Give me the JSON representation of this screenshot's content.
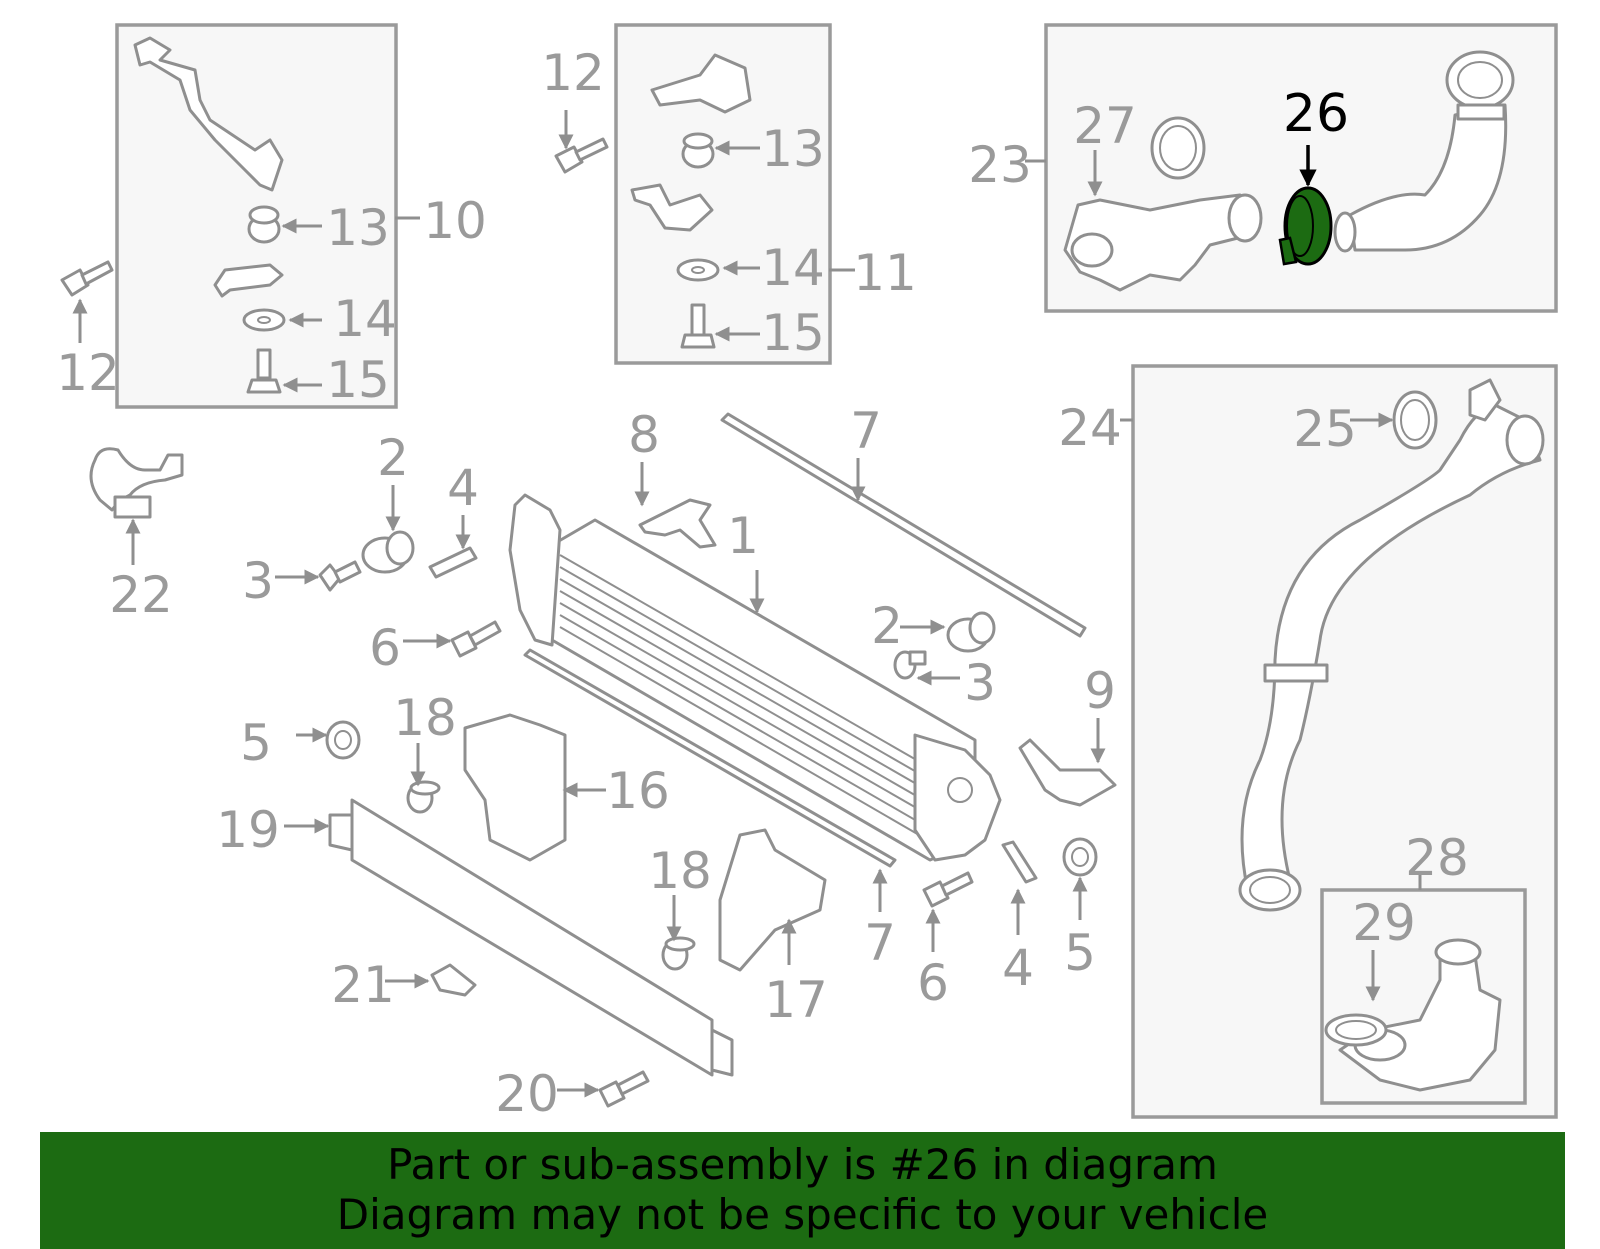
{
  "highlight": {
    "part": "26",
    "color": "#1c6b12"
  },
  "callouts": [
    "1",
    "2",
    "2",
    "3",
    "3",
    "4",
    "4",
    "5",
    "5",
    "6",
    "6",
    "7",
    "7",
    "8",
    "9",
    "10",
    "11",
    "12",
    "12",
    "13",
    "13",
    "14",
    "14",
    "15",
    "15",
    "16",
    "17",
    "18",
    "18",
    "19",
    "20",
    "21",
    "22",
    "23",
    "24",
    "25",
    "26",
    "27",
    "28",
    "29"
  ],
  "banner": {
    "line1": "Part or sub-assembly is #26 in diagram",
    "line2": "Diagram may not be specific to your vehicle"
  }
}
